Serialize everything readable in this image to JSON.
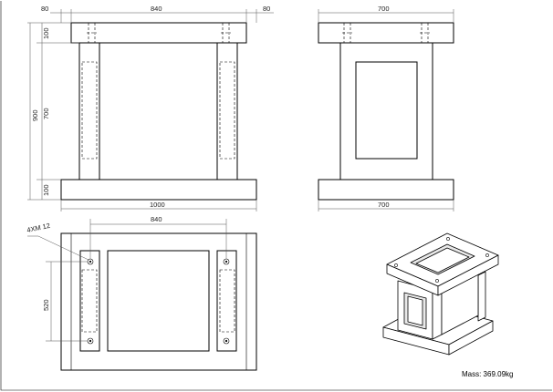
{
  "front_view": {
    "dims": {
      "left_overhang": "80",
      "top_width": "840",
      "right_overhang": "80",
      "top_thickness": "100",
      "total_height": "900",
      "column_height": "700",
      "base_thickness": "100",
      "base_width": "1000"
    }
  },
  "side_view": {
    "dims": {
      "top_width": "700",
      "base_width": "700"
    }
  },
  "top_view": {
    "dims": {
      "hole_spacing_x": "840",
      "hole_label": "4XM 12",
      "hole_spacing_y": "520"
    }
  },
  "mass_label": "Mass: 369.09kg"
}
